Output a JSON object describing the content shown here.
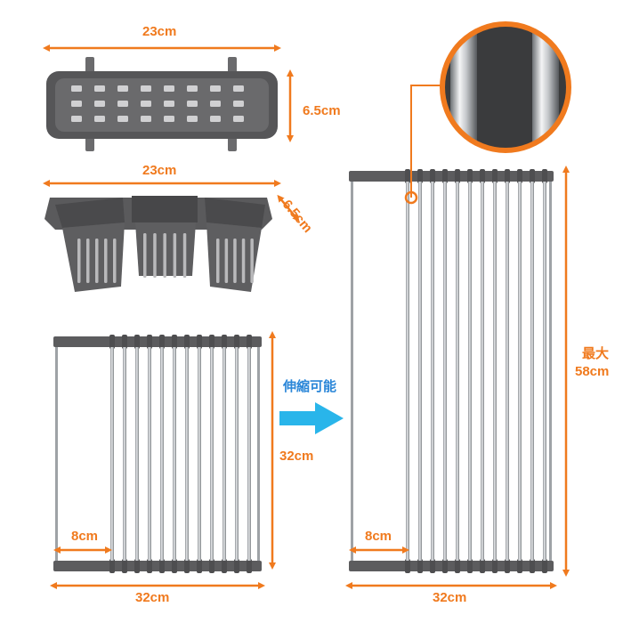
{
  "dimensions": {
    "tray_width": "23cm",
    "tray_depth": "6.5cm",
    "caddy_width": "23cm",
    "caddy_depth": "6.5cm",
    "rack_gap": "8cm",
    "rack_width_left": "32cm",
    "rack_length_left": "32cm",
    "rack_gap_right": "8cm",
    "rack_width_right": "32cm",
    "rack_length_max_prefix": "最大",
    "rack_length_max": "58cm"
  },
  "extend_label": "伸縮可能",
  "colors": {
    "accent": "#f07a1e",
    "arrow": "#29b5ea",
    "plastic": "#5c5c5e",
    "metal": "#b8bcc0"
  }
}
